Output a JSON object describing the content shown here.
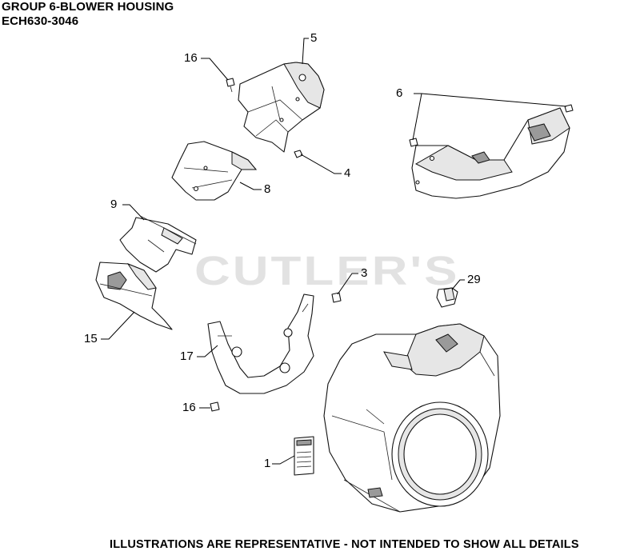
{
  "title": {
    "line1": "GROUP 6-BLOWER HOUSING",
    "line2": "ECH630-3046"
  },
  "footer": "ILLUSTRATIONS ARE REPRESENTATIVE - NOT INTENDED TO SHOW ALL DETAILS",
  "watermark": "CUTLER'S",
  "callouts": [
    {
      "id": "c16a",
      "label": "16"
    },
    {
      "id": "c5",
      "label": "5"
    },
    {
      "id": "c6",
      "label": "6"
    },
    {
      "id": "c4",
      "label": "4"
    },
    {
      "id": "c8",
      "label": "8"
    },
    {
      "id": "c9",
      "label": "9"
    },
    {
      "id": "c3",
      "label": "3"
    },
    {
      "id": "c29",
      "label": "29"
    },
    {
      "id": "c15",
      "label": "15"
    },
    {
      "id": "c17",
      "label": "17"
    },
    {
      "id": "c16b",
      "label": "16"
    },
    {
      "id": "c1",
      "label": "1"
    }
  ]
}
